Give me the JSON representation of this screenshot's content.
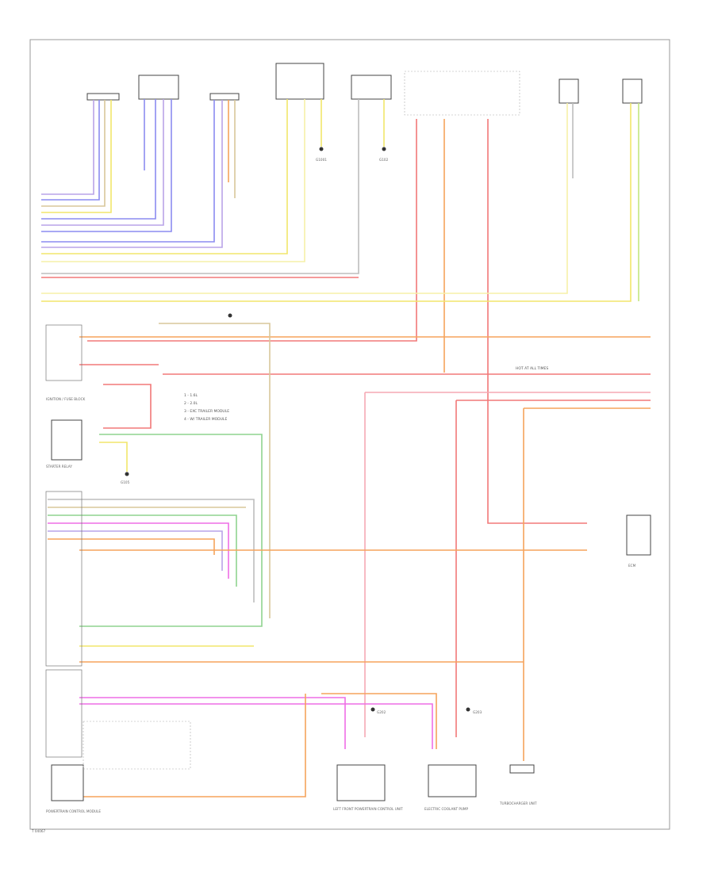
{
  "diagram": {
    "labels": {
      "bottom_left_code": "T 04067",
      "fuse_panel": "IGNITION / FUSE BLOCK",
      "starter_relay": "STARTER RELAY",
      "ground_g105": "G105",
      "ground_g1001": "G1001",
      "ground_g102": "G102",
      "ground_g202": "G202",
      "ground_g203": "G203",
      "ecm": "ECM",
      "legend_1": "1 - 1.6L",
      "legend_2": "2 - 2.0L",
      "legend_3": "3 - EXC TRAILER MODULE",
      "legend_4": "4 - W/ TRAILER MODULE",
      "hot_at_all_times": "HOT AT ALL TIMES",
      "bottom_component_1": "LEFT FRONT POWERTRAIN CONTROL UNIT",
      "bottom_component_2": "ELECTRIC COOLANT PUMP",
      "bottom_component_3": "TURBOCHARGER UNIT",
      "left_bottom_component": "POWERTRAIN CONTROL MODULE"
    },
    "colors": {
      "violet": "#b9a3e8",
      "blue": "#8c8cf0",
      "yellow": "#f2e66b",
      "lightyellow": "#f6f0a8",
      "red": "#f27878",
      "pink": "#f5a8b4",
      "orange": "#f5a45c",
      "green": "#8fd48f",
      "lime": "#c3e680",
      "magenta": "#ee6ee6",
      "tan": "#d8c79a",
      "gray": "#bdbdbd"
    }
  }
}
